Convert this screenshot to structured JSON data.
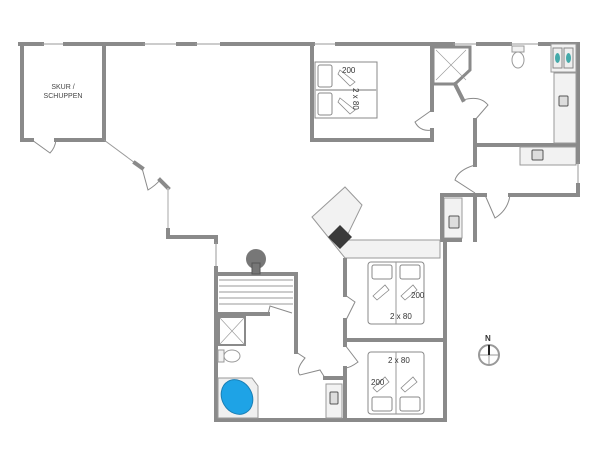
{
  "plan": {
    "type": "floor-plan",
    "colors": {
      "wall": "#8a8a8a",
      "wall_inner": "#b5b5b5",
      "fixture": "#f0f0f0",
      "stove": "#3a3a3a",
      "tub": "#1ea3e6",
      "background": "#ffffff"
    },
    "rooms": {
      "shed": {
        "label_line1": "SKUR /",
        "label_line2": "SCHUPPEN"
      },
      "bedroom1": {
        "bed_length": "200",
        "bed_width": "2 x 80"
      },
      "bedroom2": {
        "bed_length": "200",
        "bed_width": "2 x 80"
      },
      "bedroom3": {
        "bed_length": "200",
        "bed_width": "2 x 80"
      }
    },
    "compass": {
      "label": "N"
    },
    "icons": [
      "shower-icon",
      "toilet-icon",
      "sink-icon",
      "washing-machine-icon",
      "stove-icon",
      "bathtub-icon",
      "sauna-heater-icon",
      "compass-icon",
      "bed-icon"
    ]
  }
}
